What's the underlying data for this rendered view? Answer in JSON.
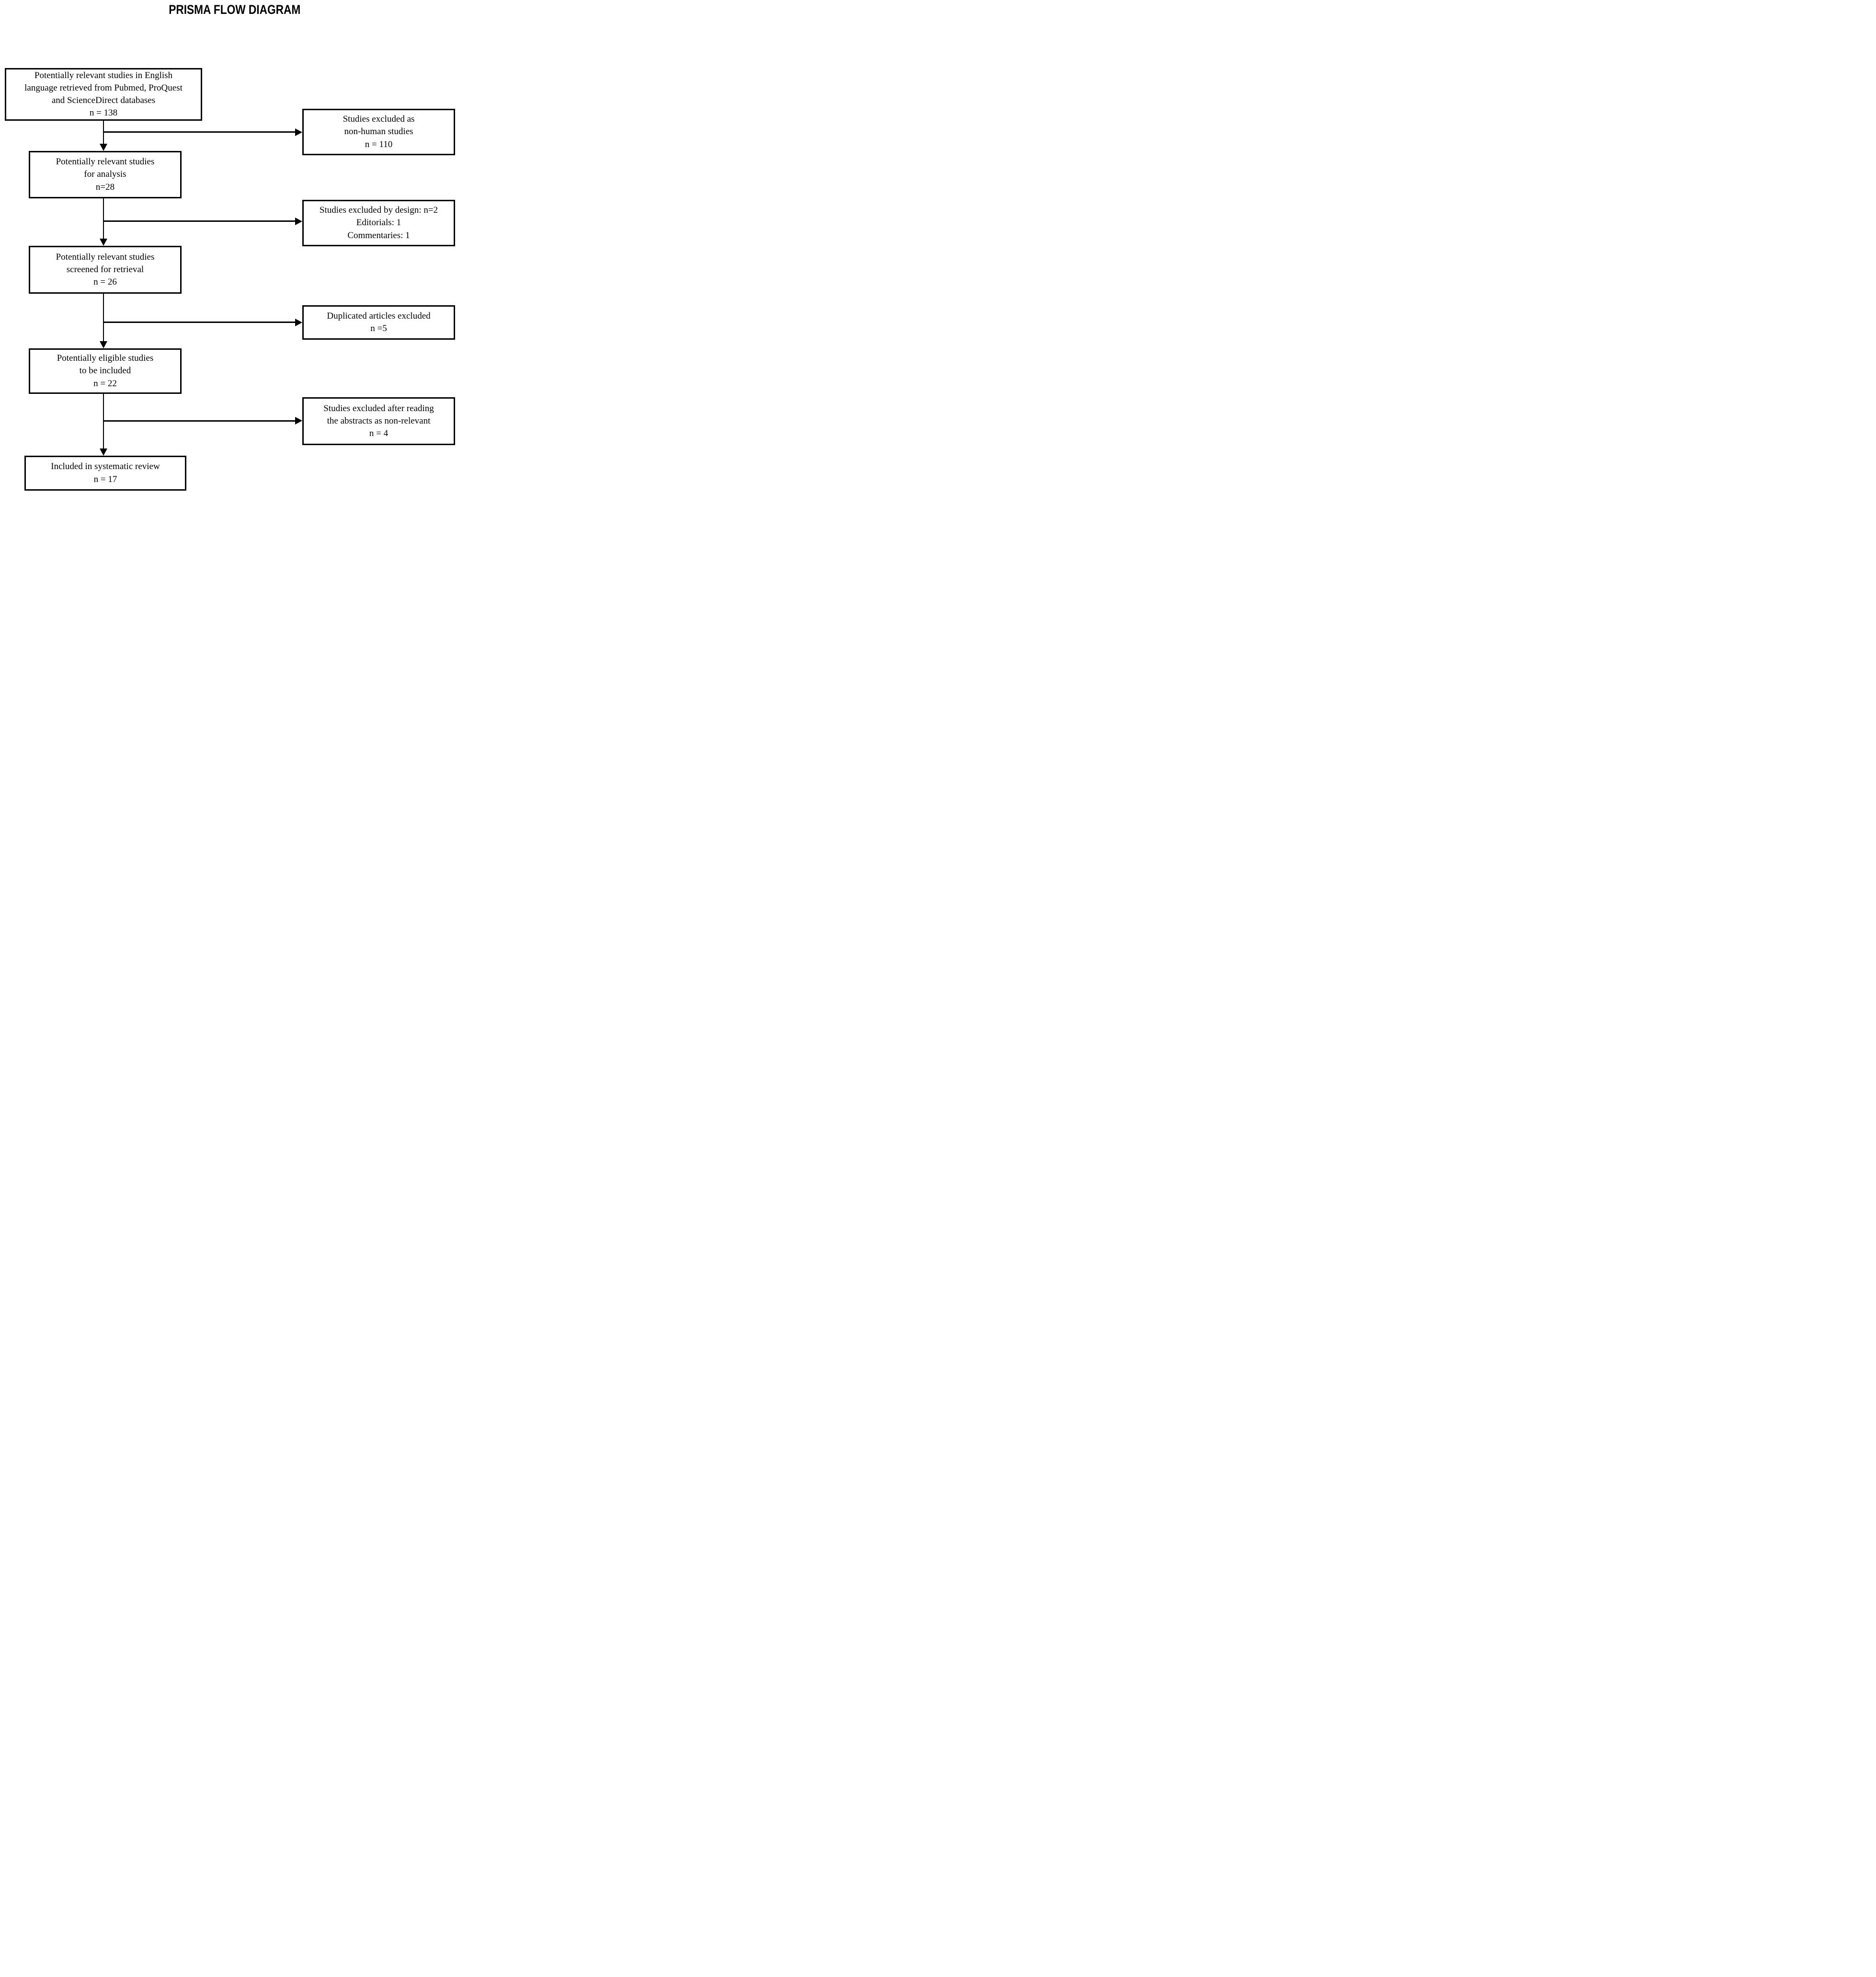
{
  "title": "PRISMA FLOW DIAGRAM",
  "colors": {
    "line": "#000000",
    "text": "#000000",
    "background": "#ffffff"
  },
  "flow": {
    "main_boxes": [
      {
        "name": "identification",
        "text": "Potentially relevant studies in English\nlanguage retrieved from Pubmed, ProQuest\nand ScienceDirect databases\nn = 138",
        "count": 138
      },
      {
        "name": "analysis",
        "text": "Potentially relevant studies\nfor analysis\nn=28",
        "count": 28
      },
      {
        "name": "screening",
        "text": "Potentially relevant studies\nscreened for retrieval\nn = 26",
        "count": 26
      },
      {
        "name": "eligibility",
        "text": "Potentially eligible studies\nto be included\nn = 22",
        "count": 22
      },
      {
        "name": "included",
        "text": "Included in systematic review\nn = 17",
        "count": 17
      }
    ],
    "exclusion_boxes": [
      {
        "name": "non-human",
        "text": "Studies excluded as\nnon-human studies\nn = 110",
        "count": 110
      },
      {
        "name": "by-design",
        "text": "Studies excluded by design: n=2\nEditorials: 1\nCommentaries: 1",
        "count": 2
      },
      {
        "name": "duplicates",
        "text": "Duplicated articles excluded\nn =5",
        "count": 5
      },
      {
        "name": "non-relevant",
        "text": "Studies excluded after reading\nthe abstracts as non-relevant\nn = 4",
        "count": 4
      }
    ]
  }
}
